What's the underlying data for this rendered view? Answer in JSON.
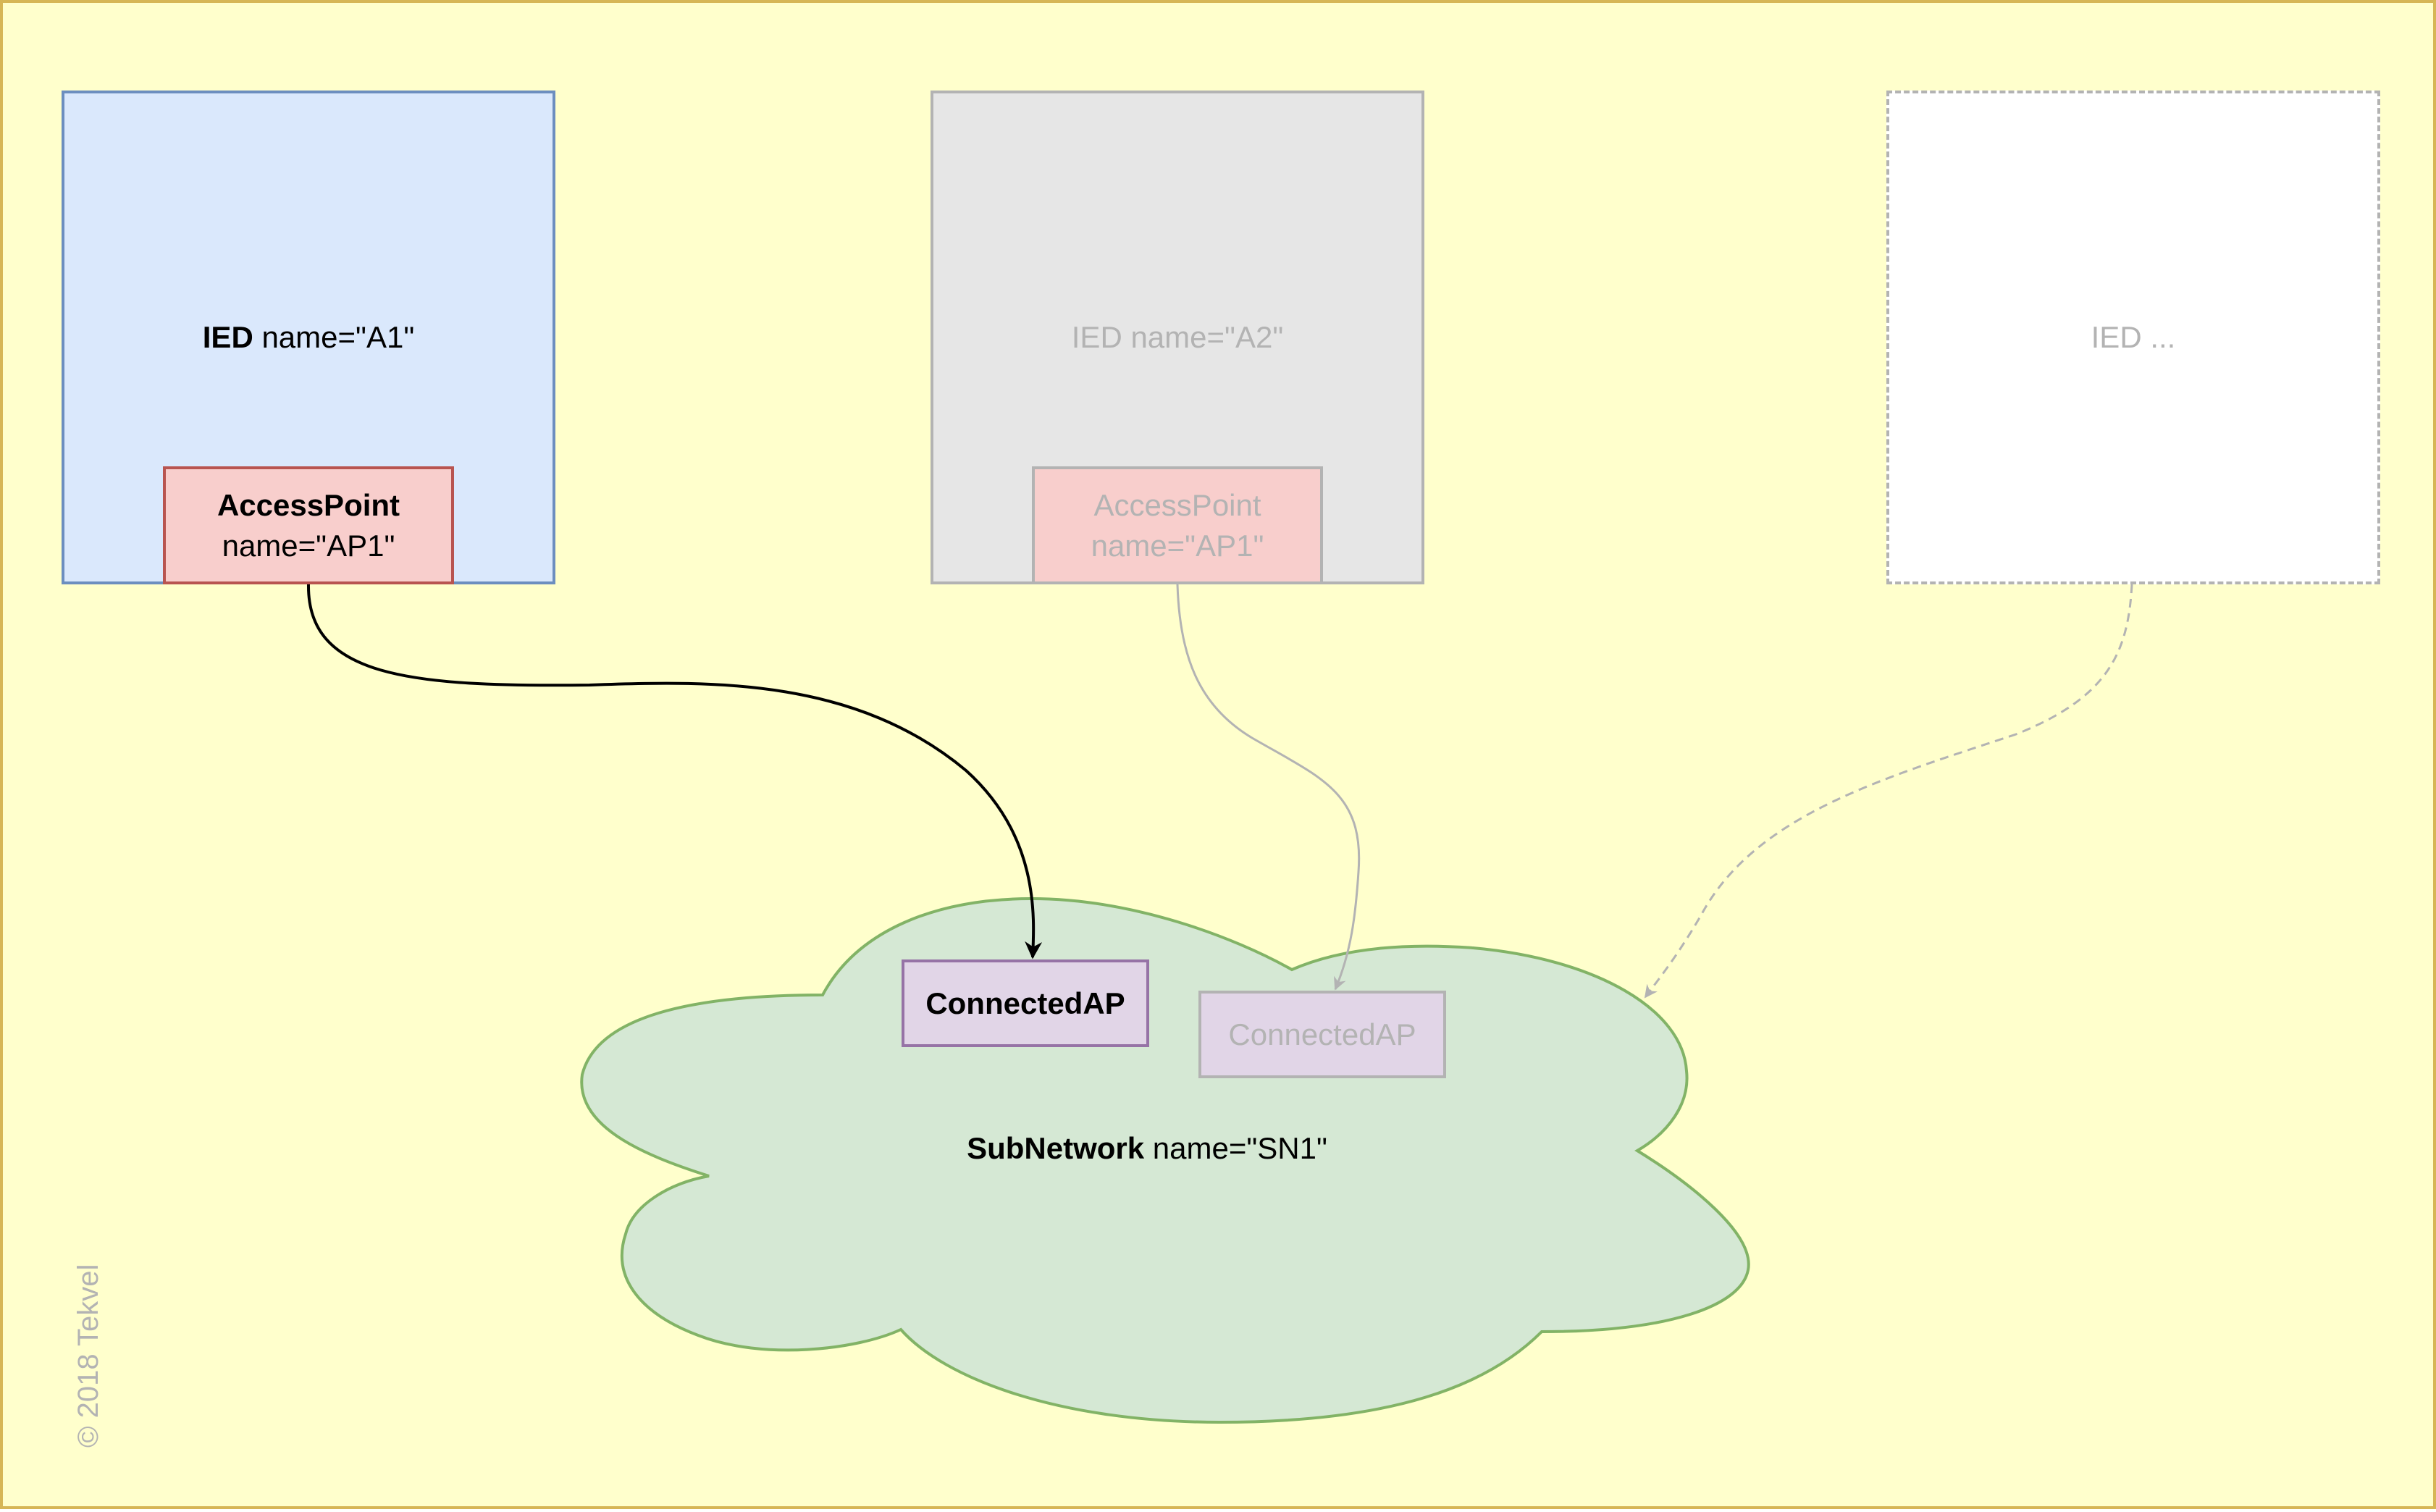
{
  "diagram": {
    "ieds": [
      {
        "bold": "IED",
        "rest": " name=\"A1\""
      },
      {
        "text": "IED name=\"A2\""
      },
      {
        "text": "IED ..."
      }
    ],
    "access_points": [
      {
        "title": "AccessPoint",
        "name": "name=\"AP1\""
      },
      {
        "title": "AccessPoint",
        "name": "name=\"AP1\""
      }
    ],
    "connected_aps": [
      {
        "label": "ConnectedAP"
      },
      {
        "label": "ConnectedAP"
      }
    ],
    "subnetwork": {
      "bold": "SubNetwork",
      "rest": " name=\"SN1\""
    },
    "copyright": "© 2018 Tekvel"
  },
  "colors": {
    "background": "#FFFFCC",
    "ied_active_fill": "#DAE8FC",
    "access_point_fill": "#F8CECC",
    "connected_ap_fill": "#E1D5E7",
    "subnetwork_fill": "#D5E8D4",
    "inactive_gray": "#B3B3B3"
  }
}
